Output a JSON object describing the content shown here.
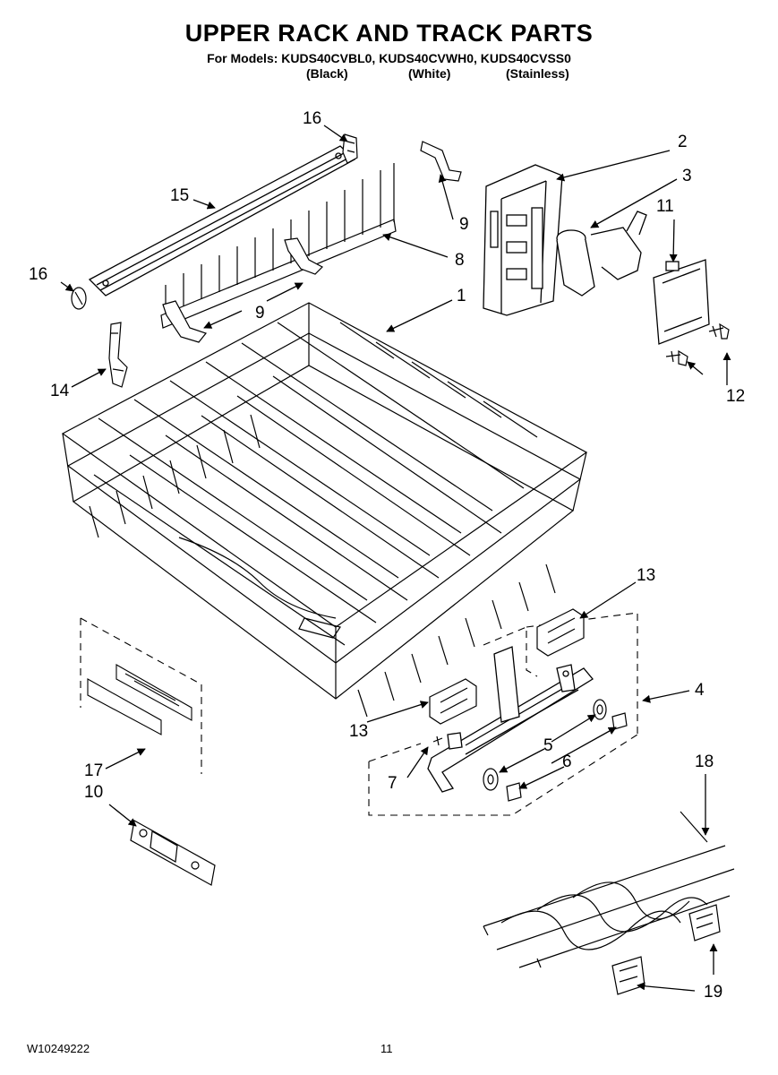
{
  "header": {
    "title": "UPPER RACK AND TRACK PARTS",
    "models_line": "For Models: KUDS40CVBL0, KUDS40CVWH0, KUDS40CVSS0",
    "variants": [
      "(Black)",
      "(White)",
      "(Stainless)"
    ]
  },
  "callouts": [
    "16",
    "15",
    "9",
    "2",
    "3",
    "11",
    "8",
    "16",
    "1",
    "9",
    "14",
    "12",
    "13",
    "4",
    "13",
    "5",
    "6",
    "7",
    "17",
    "18",
    "10",
    "19"
  ],
  "footer": {
    "doc_number": "W10249222",
    "page_number": "11"
  },
  "colors": {
    "ink": "#000000",
    "paper": "#ffffff",
    "shade": "#8c8c8c"
  }
}
